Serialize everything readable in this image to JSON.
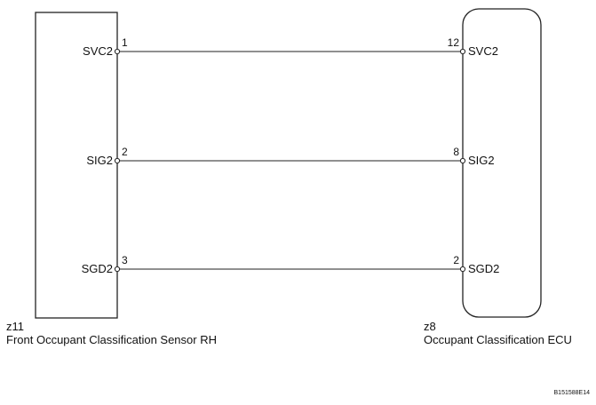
{
  "components": {
    "left": {
      "code": "z11",
      "name": "Front Occupant Classification Sensor RH"
    },
    "right": {
      "code": "z8",
      "name": "Occupant Classification ECU"
    }
  },
  "wires": [
    {
      "left_label": "SVC2",
      "left_pin": "1",
      "right_pin": "12",
      "right_label": "SVC2"
    },
    {
      "left_label": "SIG2",
      "left_pin": "2",
      "right_pin": "8",
      "right_label": "SIG2"
    },
    {
      "left_label": "SGD2",
      "left_pin": "3",
      "right_pin": "2",
      "right_label": "SGD2"
    }
  ],
  "reference_id": "B151588E14"
}
